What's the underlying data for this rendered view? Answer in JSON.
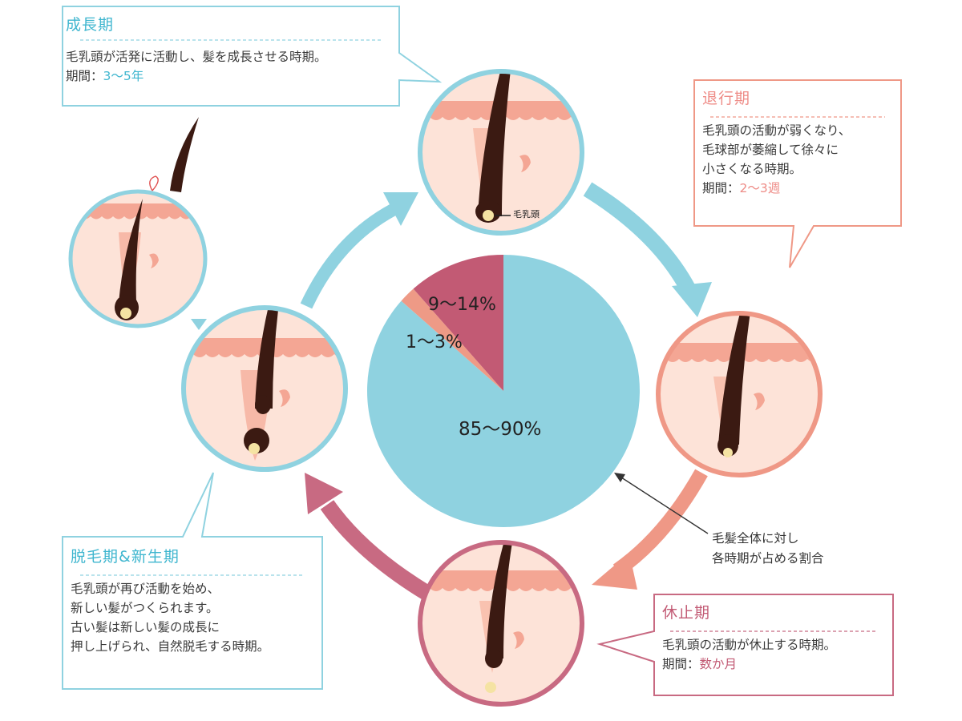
{
  "stages": {
    "growth": {
      "title": "成長期",
      "text": "毛乳頭が活発に活動し、髪を成長させる時期。",
      "period_label": "期間：",
      "period_value": "3〜5年"
    },
    "catagen": {
      "title": "退行期",
      "lines": [
        "毛乳頭の活動が弱くなり、",
        "毛球部が萎縮して徐々に",
        "小さくなる時期。"
      ],
      "period_label": "期間：",
      "period_value": "2〜3週"
    },
    "telogen": {
      "title": "休止期",
      "text": "毛乳頭の活動が休止する時期。",
      "period_label": "期間：",
      "period_value": "数か月"
    },
    "shedding": {
      "title": "脱毛期&新生期",
      "lines": [
        "毛乳頭が再び活動を始め、",
        "新しい髪がつくられます。",
        "古い髪は新しい髪の成長に",
        "押し上げられ、自然脱毛する時期。"
      ]
    }
  },
  "papilla_label": "毛乳頭",
  "share_note": [
    "毛髪全体に対し",
    "各時期が占める割合"
  ],
  "colors": {
    "growth": "#8fd2e0",
    "growth_ring": "#7fcbdc",
    "catagen": "#f09c8e",
    "catagen_ring": "#ee9582",
    "telogen": "#c25a74",
    "telogen_ring": "#c86a82",
    "skin": "#fbd9cb",
    "skin_band": "#f4a694",
    "hair": "#3b1a12",
    "papilla": "#f5e3a3"
  },
  "chart_data": {
    "type": "pie",
    "slices": [
      {
        "label": "85〜90%",
        "value": 86.5,
        "color": "#8fd2e0"
      },
      {
        "label": "1〜3%",
        "value": 2,
        "color": "#ee9a86"
      },
      {
        "label": "9〜14%",
        "value": 11.5,
        "color": "#c25a74"
      }
    ]
  }
}
